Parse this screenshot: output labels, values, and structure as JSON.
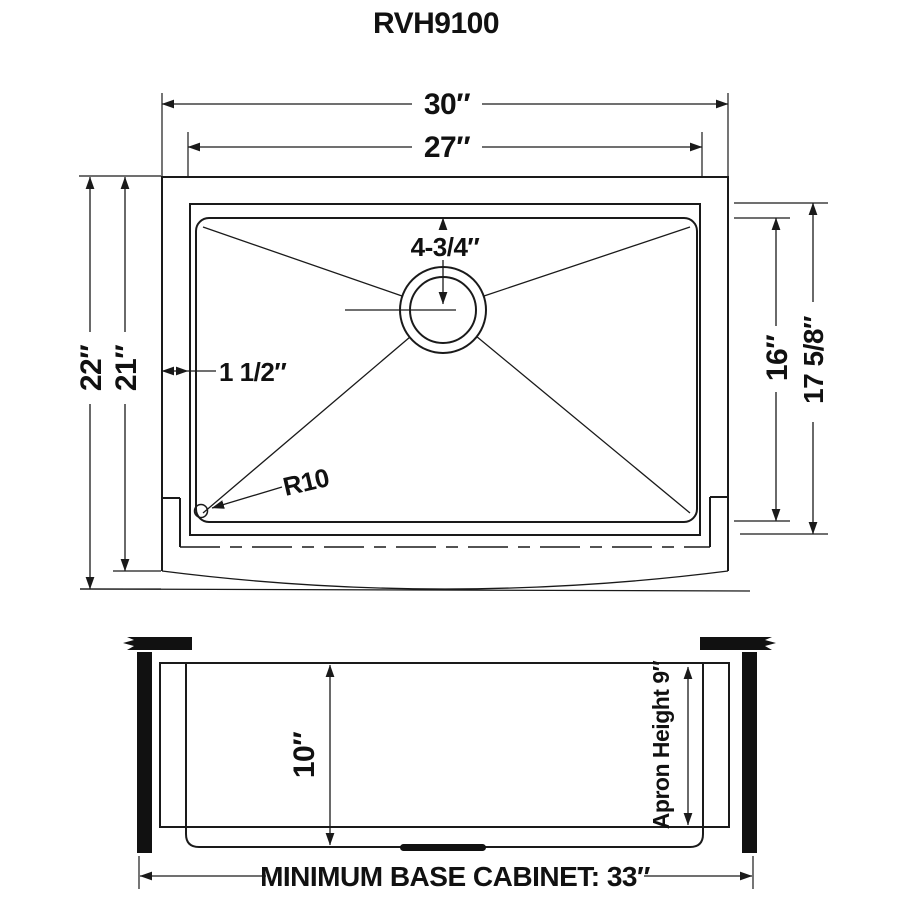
{
  "title": "RVH9100",
  "colors": {
    "line": "#1a1a1a",
    "background": "#ffffff"
  },
  "top_view": {
    "dim_overall_width": "30″",
    "dim_bowl_width": "27″",
    "dim_overall_depth": "22″",
    "dim_body_depth": "21″",
    "dim_drain_offset": "4-3/4″",
    "dim_rim_width": "1 1/2″",
    "dim_corner_radius": "R10",
    "dim_basin_depth": "16″",
    "dim_bowl_depth": "17 5/8″"
  },
  "front_view": {
    "dim_bowl_height": "10″",
    "dim_apron_height": "Apron Height 9″",
    "dim_base_cabinet": "MINIMUM BASE CABINET: 33″"
  }
}
